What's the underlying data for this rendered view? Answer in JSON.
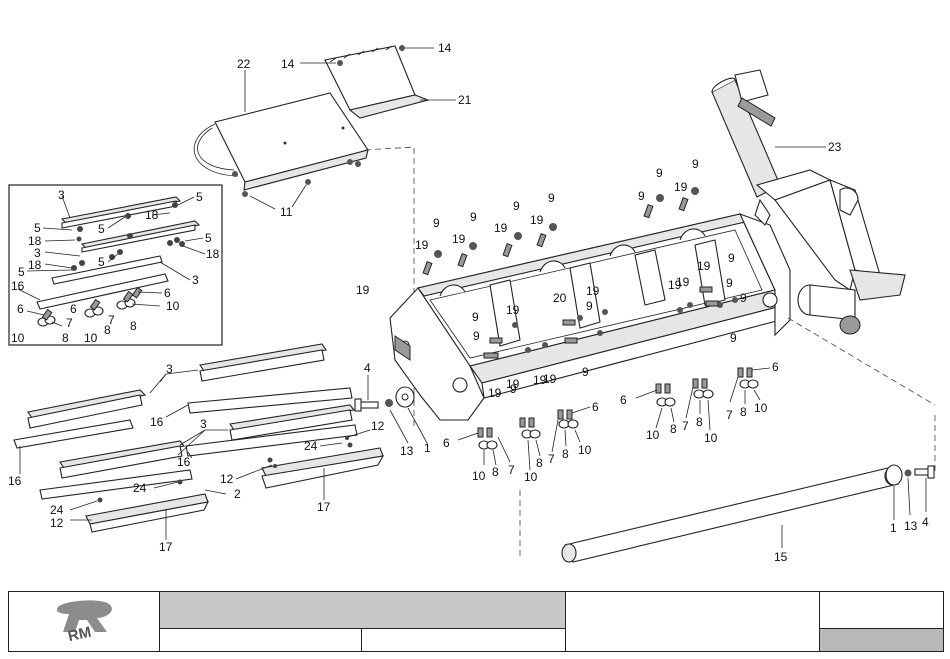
{
  "callouts": [
    {
      "id": "c22a",
      "text": "22"
    },
    {
      "id": "c14a",
      "text": "14"
    },
    {
      "id": "c14b",
      "text": "14"
    },
    {
      "id": "c21",
      "text": "21"
    },
    {
      "id": "c11",
      "text": "11"
    },
    {
      "id": "c23",
      "text": "23"
    },
    {
      "id": "i3a",
      "text": "3"
    },
    {
      "id": "i5a",
      "text": "5"
    },
    {
      "id": "i18a",
      "text": "18"
    },
    {
      "id": "i5b",
      "text": "5"
    },
    {
      "id": "i5c",
      "text": "5"
    },
    {
      "id": "i5d",
      "text": "5"
    },
    {
      "id": "i18b",
      "text": "18"
    },
    {
      "id": "i3b",
      "text": "3"
    },
    {
      "id": "i5e",
      "text": "5"
    },
    {
      "id": "i18c",
      "text": "18"
    },
    {
      "id": "i18d",
      "text": "18"
    },
    {
      "id": "i5f",
      "text": "5"
    },
    {
      "id": "i3c",
      "text": "3"
    },
    {
      "id": "i16",
      "text": "16"
    },
    {
      "id": "i6a",
      "text": "6"
    },
    {
      "id": "i6b",
      "text": "6"
    },
    {
      "id": "i6c",
      "text": "6"
    },
    {
      "id": "i10a",
      "text": "10"
    },
    {
      "id": "i7a",
      "text": "7"
    },
    {
      "id": "i7b",
      "text": "7"
    },
    {
      "id": "i8a",
      "text": "8"
    },
    {
      "id": "i8b",
      "text": "8"
    },
    {
      "id": "i8c",
      "text": "8"
    },
    {
      "id": "i10b",
      "text": "10"
    },
    {
      "id": "i10c",
      "text": "10"
    },
    {
      "id": "m9a",
      "text": "9"
    },
    {
      "id": "m9b",
      "text": "9"
    },
    {
      "id": "m9c",
      "text": "9"
    },
    {
      "id": "m9d",
      "text": "9"
    },
    {
      "id": "m9e",
      "text": "9"
    },
    {
      "id": "m9f",
      "text": "9"
    },
    {
      "id": "m9g",
      "text": "9"
    },
    {
      "id": "m19a",
      "text": "19"
    },
    {
      "id": "m19b",
      "text": "19"
    },
    {
      "id": "m19c",
      "text": "19"
    },
    {
      "id": "m19d",
      "text": "19"
    },
    {
      "id": "m19e",
      "text": "19"
    },
    {
      "id": "m19f",
      "text": "19"
    },
    {
      "id": "m19g",
      "text": "19"
    },
    {
      "id": "m20",
      "text": "20"
    },
    {
      "id": "m19h",
      "text": "19"
    },
    {
      "id": "m9h",
      "text": "9"
    },
    {
      "id": "m19i",
      "text": "19"
    },
    {
      "id": "m9i",
      "text": "9"
    },
    {
      "id": "m9j",
      "text": "9"
    },
    {
      "id": "m9k",
      "text": "9"
    },
    {
      "id": "m19j",
      "text": "19"
    },
    {
      "id": "m9l",
      "text": "9"
    },
    {
      "id": "m19k",
      "text": "19"
    },
    {
      "id": "m9m",
      "text": "9"
    },
    {
      "id": "m9n",
      "text": "9"
    },
    {
      "id": "m19l",
      "text": "19"
    },
    {
      "id": "m19m",
      "text": "19"
    },
    {
      "id": "m19n",
      "text": "19"
    },
    {
      "id": "m19o",
      "text": "19"
    },
    {
      "id": "m9o",
      "text": "9"
    },
    {
      "id": "m9p",
      "text": "9"
    },
    {
      "id": "s4a",
      "text": "4"
    },
    {
      "id": "s13a",
      "text": "13"
    },
    {
      "id": "s1a",
      "text": "1"
    },
    {
      "id": "b6a",
      "text": "6"
    },
    {
      "id": "b10a",
      "text": "10"
    },
    {
      "id": "b8a",
      "text": "8"
    },
    {
      "id": "b7a",
      "text": "7"
    },
    {
      "id": "b10b",
      "text": "10"
    },
    {
      "id": "b8b",
      "text": "8"
    },
    {
      "id": "b7b",
      "text": "7"
    },
    {
      "id": "b8c",
      "text": "8"
    },
    {
      "id": "b6b",
      "text": "6"
    },
    {
      "id": "b10c",
      "text": "10"
    },
    {
      "id": "b6c",
      "text": "6"
    },
    {
      "id": "b10d",
      "text": "10"
    },
    {
      "id": "b8d",
      "text": "8"
    },
    {
      "id": "b7c",
      "text": "7"
    },
    {
      "id": "b8e",
      "text": "8"
    },
    {
      "id": "b10e",
      "text": "10"
    },
    {
      "id": "b7d",
      "text": "7"
    },
    {
      "id": "b8f",
      "text": "8"
    },
    {
      "id": "b10f",
      "text": "10"
    },
    {
      "id": "b6d",
      "text": "6"
    },
    {
      "id": "l3a",
      "text": "3"
    },
    {
      "id": "l16a",
      "text": "16"
    },
    {
      "id": "l3b",
      "text": "3"
    },
    {
      "id": "l16b",
      "text": "16"
    },
    {
      "id": "l12a",
      "text": "12"
    },
    {
      "id": "l24a",
      "text": "24"
    },
    {
      "id": "l16c",
      "text": "16"
    },
    {
      "id": "l12b",
      "text": "12"
    },
    {
      "id": "l2",
      "text": "2"
    },
    {
      "id": "l24b",
      "text": "24"
    },
    {
      "id": "l17a",
      "text": "17"
    },
    {
      "id": "l24c",
      "text": "24"
    },
    {
      "id": "l12c",
      "text": "12"
    },
    {
      "id": "l17b",
      "text": "17"
    },
    {
      "id": "r15",
      "text": "15"
    },
    {
      "id": "r1",
      "text": "1"
    },
    {
      "id": "r13",
      "text": "13"
    },
    {
      "id": "r4",
      "text": "4"
    }
  ],
  "title_block": {
    "logo_text": "RM",
    "logo_icon": "company-logo-icon",
    "header_fill": "#c8c8c8",
    "corner_fill": "#b8b8b8"
  }
}
